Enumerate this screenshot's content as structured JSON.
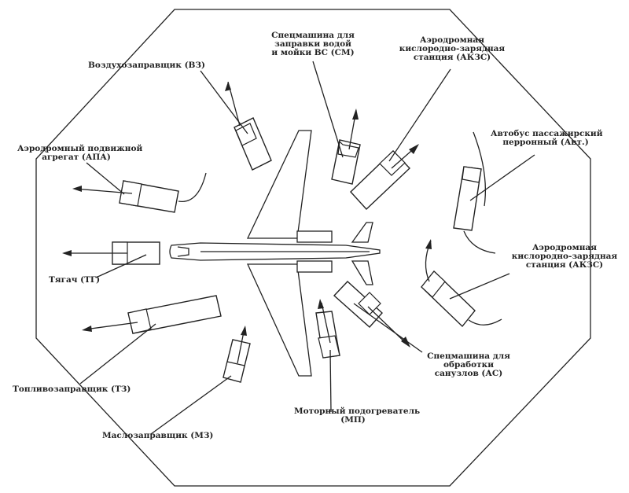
{
  "labels": {
    "vz": "Воздухозаправщик (ВЗ)",
    "sm_1": "Спецмашина для",
    "sm_2": "заправки водой",
    "sm_3": "и мойки ВС (СМ)",
    "akzs_top_1": "Аэродромная",
    "akzs_top_2": "кислородно-зарядная",
    "akzs_top_3": "станция (АКЗС)",
    "bus_1": "Автобус пассажирский",
    "bus_2": "перронный (Авт.)",
    "apa_1": "Аэродромный подвижной",
    "apa_2": "агрегат (АПА)",
    "akzs_right_1": "Аэродромная",
    "akzs_right_2": "кислородно-зарядная",
    "akzs_right_3": "станция (АКЗС)",
    "tyagach": "Тягач (ТГ)",
    "as_1": "Спецмашина для",
    "as_2": "обработки",
    "as_3": "санузлов (АС)",
    "tz": "Топливозаправщик (ТЗ)",
    "mp_1": "Моторный подогреватель",
    "mp_2": "(МП)",
    "mz": "Маслозаправщик (МЗ)"
  }
}
